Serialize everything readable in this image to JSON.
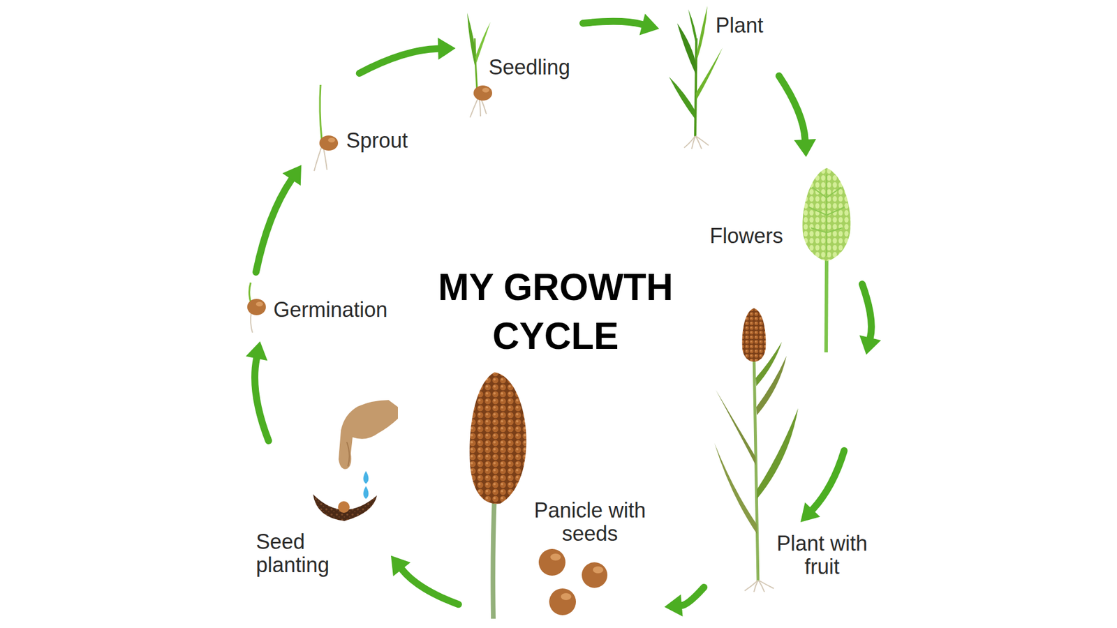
{
  "diagram": {
    "title": "MY GROWTH CYCLE",
    "nodes": [
      {
        "text": [
          "Seed planting"
        ]
      },
      {
        "text": [
          "Germination"
        ]
      },
      {
        "text": [
          "Sprout"
        ]
      },
      {
        "text": [
          "Seedling"
        ]
      },
      {
        "text": [
          "Plant"
        ]
      },
      {
        "text": [
          "Flowers"
        ]
      },
      {
        "text": [
          "Plant with fruit"
        ]
      },
      {
        "text": [
          "Panicle with seeds"
        ]
      }
    ],
    "edges": [
      {
        "from": 0,
        "to": 1,
        "arrow": "to"
      },
      {
        "from": 1,
        "to": 2,
        "arrow": "to"
      },
      {
        "from": 2,
        "to": 3,
        "arrow": "to"
      },
      {
        "from": 3,
        "to": 4,
        "arrow": "to"
      },
      {
        "from": 4,
        "to": 5,
        "arrow": "to"
      },
      {
        "from": 5,
        "to": 6,
        "arrow": "to"
      },
      {
        "from": 6,
        "to": 7,
        "arrow": "to"
      },
      {
        "from": 7,
        "to": 0,
        "arrow": "to"
      }
    ]
  }
}
